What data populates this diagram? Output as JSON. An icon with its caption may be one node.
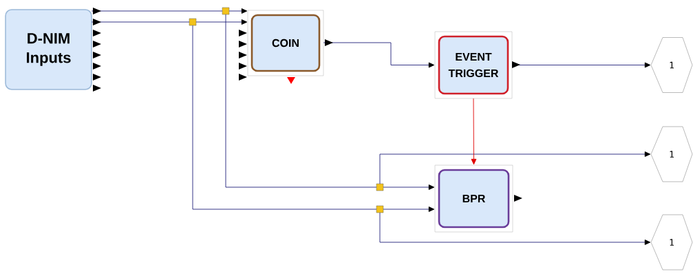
{
  "diagram": {
    "nodes": [
      {
        "text": [
          "D-NIM Inputs"
        ]
      },
      {
        "text": [
          "COIN"
        ]
      },
      {
        "text": [
          "EVENT TRIGGER"
        ]
      },
      {
        "text": [
          "1"
        ]
      },
      {
        "text": [
          "1"
        ]
      },
      {
        "text": [
          "BPR"
        ]
      },
      {
        "text": [
          "1"
        ]
      }
    ],
    "edges": [
      {
        "from": 0,
        "to": 1,
        "arrow": "to"
      },
      {
        "from": 0,
        "to": 5,
        "arrow": "to"
      },
      {
        "from": 0,
        "to": 4,
        "arrow": "to"
      },
      {
        "from": 0,
        "to": 1,
        "arrow": "to"
      },
      {
        "from": 0,
        "to": 5,
        "arrow": "to"
      },
      {
        "from": 0,
        "to": 6,
        "arrow": "to"
      },
      {
        "from": 1,
        "to": 2,
        "arrow": "to"
      },
      {
        "from": 2,
        "to": 3,
        "arrow": "to"
      },
      {
        "from": 2,
        "to": 5,
        "arrow": "to",
        "color": "#e00000"
      }
    ]
  }
}
